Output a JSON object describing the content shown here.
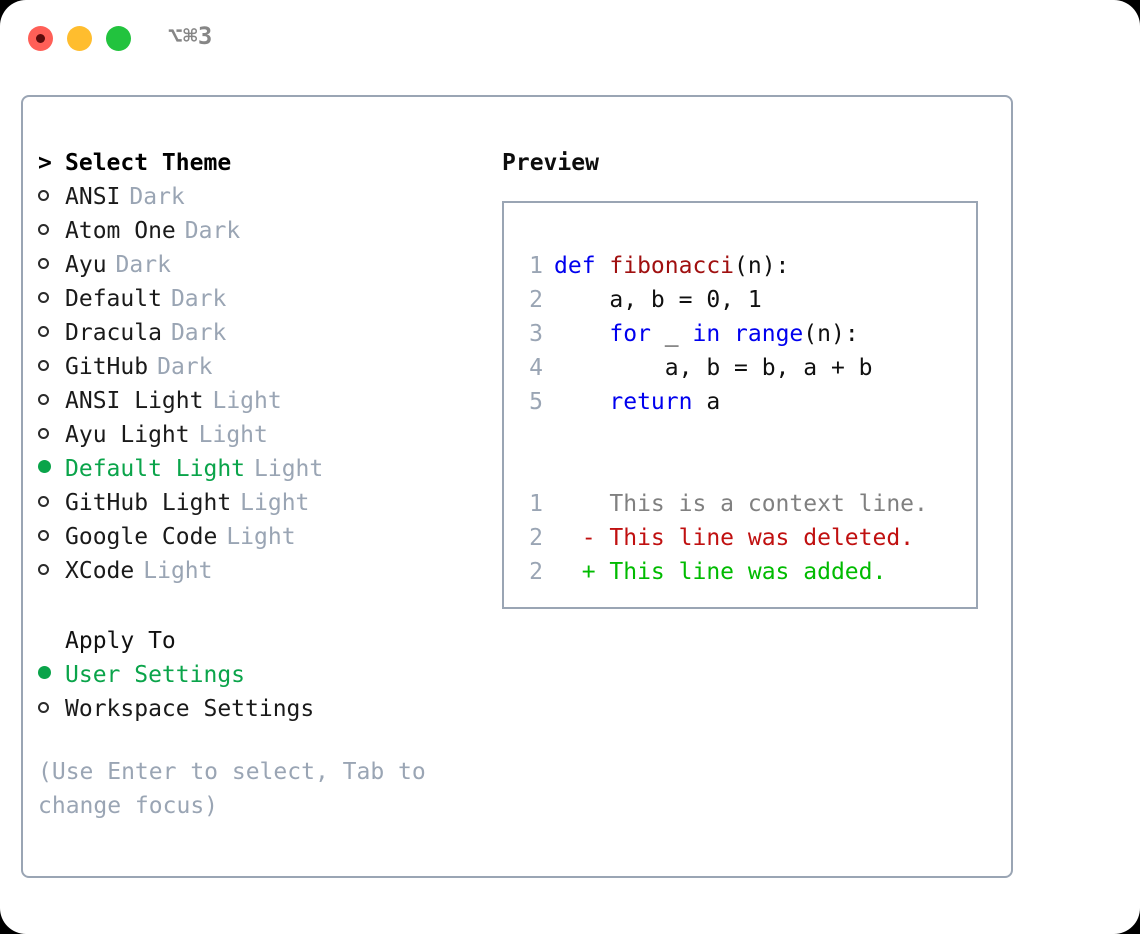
{
  "window": {
    "traffic_lights": [
      "close",
      "minimize",
      "maximize"
    ],
    "shortcut": "⌥⌘3",
    "colors": {
      "close": "#ff5f57",
      "minimize": "#ffbd2e",
      "maximize": "#22c33e",
      "border": "#9aa5b4",
      "accent_green": "#0aa44a",
      "muted": "#9aa5b4"
    }
  },
  "theme_picker": {
    "header_marker": ">",
    "header": "Select Theme",
    "items": [
      {
        "marker": "○",
        "name": "ANSI",
        "suffix": "Dark",
        "selected": false
      },
      {
        "marker": "○",
        "name": "Atom One",
        "suffix": "Dark",
        "selected": false
      },
      {
        "marker": "○",
        "name": "Ayu",
        "suffix": "Dark",
        "selected": false
      },
      {
        "marker": "○",
        "name": "Default",
        "suffix": "Dark",
        "selected": false
      },
      {
        "marker": "○",
        "name": "Dracula",
        "suffix": "Dark",
        "selected": false
      },
      {
        "marker": "○",
        "name": "GitHub",
        "suffix": "Dark",
        "selected": false
      },
      {
        "marker": "○",
        "name": "ANSI Light",
        "suffix": "Light",
        "selected": false
      },
      {
        "marker": "○",
        "name": "Ayu Light",
        "suffix": "Light",
        "selected": false
      },
      {
        "marker": "●",
        "name": "Default Light",
        "suffix": "Light",
        "selected": true
      },
      {
        "marker": "○",
        "name": "GitHub Light",
        "suffix": "Light",
        "selected": false
      },
      {
        "marker": "○",
        "name": "Google Code",
        "suffix": "Light",
        "selected": false
      },
      {
        "marker": "○",
        "name": "XCode",
        "suffix": "Light",
        "selected": false
      }
    ]
  },
  "apply_to": {
    "header": "Apply To",
    "items": [
      {
        "marker": "●",
        "name": "User Settings",
        "selected": true
      },
      {
        "marker": "○",
        "name": "Workspace Settings",
        "selected": false
      }
    ]
  },
  "hint": "(Use Enter to select, Tab to change focus)",
  "preview": {
    "label": "Preview",
    "code_lines": [
      {
        "num": "1",
        "tokens": [
          {
            "t": "def ",
            "c": "kw"
          },
          {
            "t": "fibonacci",
            "c": "fn"
          },
          {
            "t": "(n):",
            "c": "txt"
          }
        ]
      },
      {
        "num": "2",
        "tokens": [
          {
            "t": "    a, b = 0, 1",
            "c": "txt"
          }
        ]
      },
      {
        "num": "3",
        "tokens": [
          {
            "t": "    ",
            "c": "txt"
          },
          {
            "t": "for",
            "c": "kw"
          },
          {
            "t": " _ ",
            "c": "txt"
          },
          {
            "t": "in",
            "c": "kw"
          },
          {
            "t": " ",
            "c": "txt"
          },
          {
            "t": "range",
            "c": "kw"
          },
          {
            "t": "(n):",
            "c": "txt"
          }
        ]
      },
      {
        "num": "4",
        "tokens": [
          {
            "t": "        a, b = b, a + b",
            "c": "txt"
          }
        ]
      },
      {
        "num": "5",
        "tokens": [
          {
            "t": "    ",
            "c": "txt"
          },
          {
            "t": "return",
            "c": "kw"
          },
          {
            "t": " a",
            "c": "txt"
          }
        ]
      }
    ],
    "diff_lines": [
      {
        "num": "1",
        "sign": "  ",
        "text": "This is a context line.",
        "kind": "dim"
      },
      {
        "num": "2",
        "sign": "- ",
        "text": "This line was deleted.",
        "kind": "del"
      },
      {
        "num": "2",
        "sign": "+ ",
        "text": "This line was added.",
        "kind": "add"
      }
    ]
  }
}
